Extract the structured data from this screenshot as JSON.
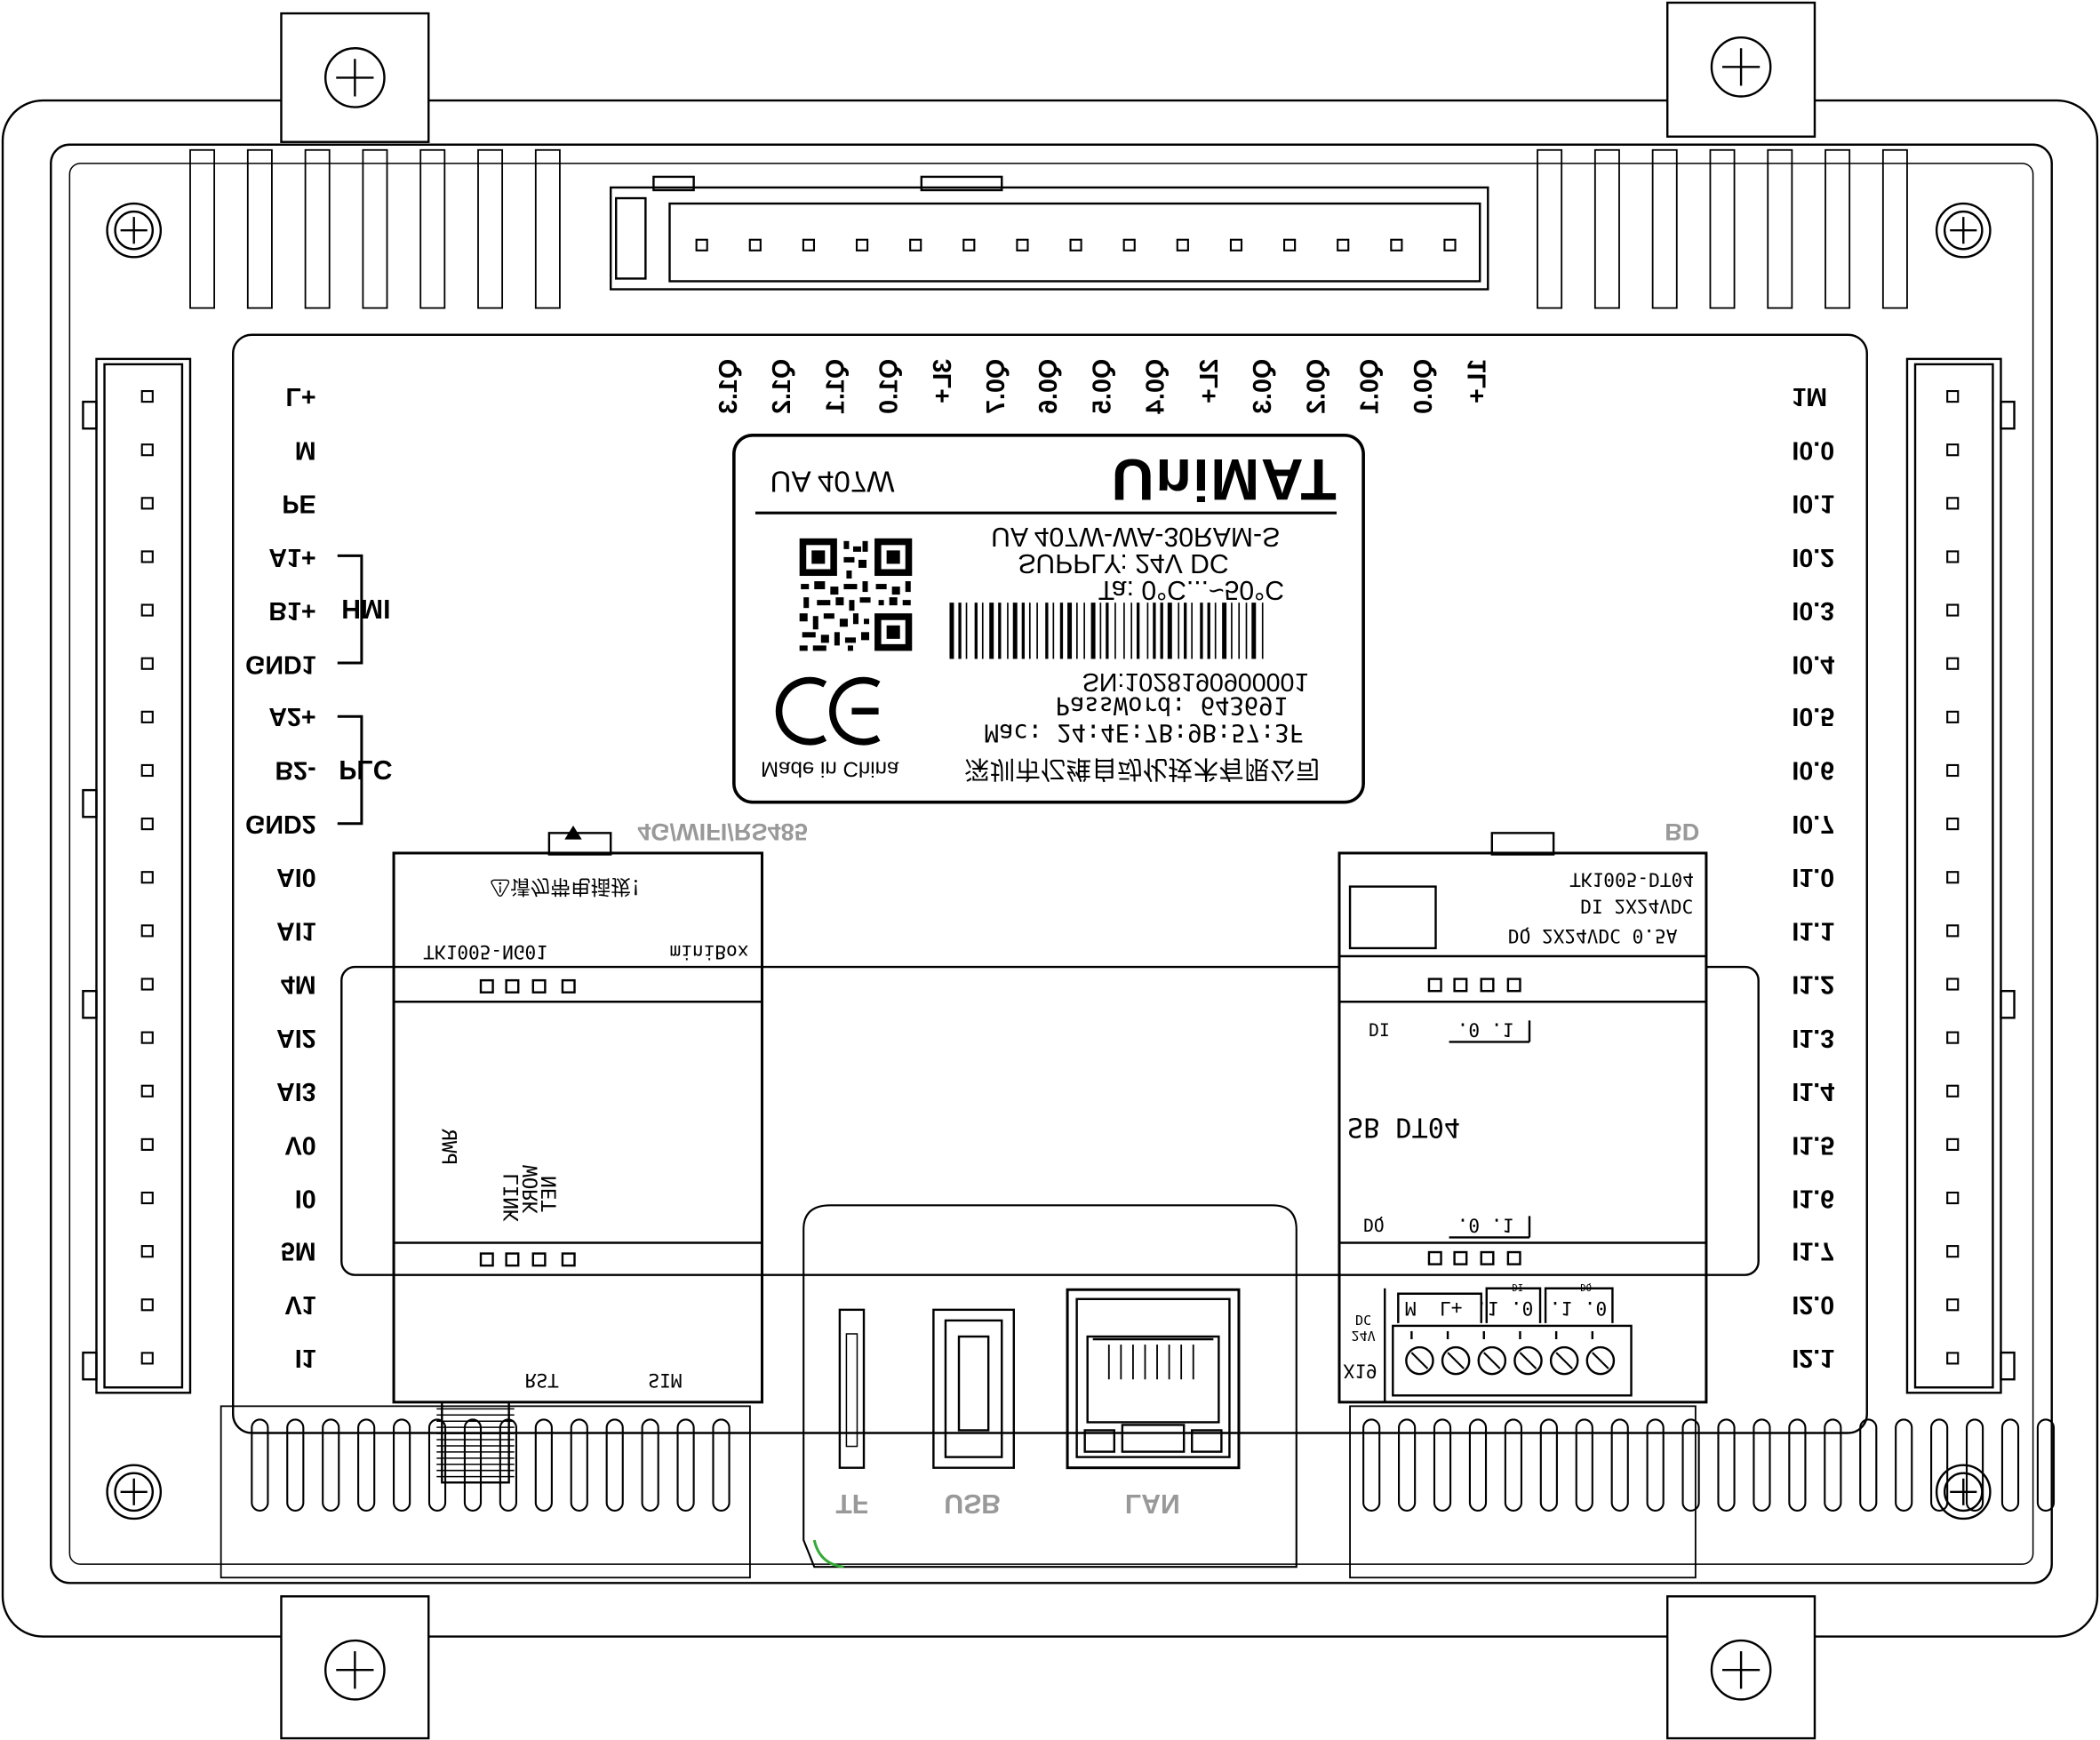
{
  "product": {
    "brand": "UniMAT",
    "model": "UA 407W",
    "part_number": "UA 407W-WA-30RAM-S",
    "supply": "SUPPLY: 24V DC",
    "temperature": "Ta: 0°C...~50°C",
    "serial": "SN:1028190900001",
    "password": "PassWord: 643691",
    "mac": "Mac: 24:4E:7B:9B:57:3F",
    "manufacturer": "深圳市亿维自动化技术有限公司",
    "origin": "Made in China",
    "ce_mark": "CE"
  },
  "left_terminals": [
    "L+",
    "M",
    "PE",
    "A1+",
    "B1+",
    "GND1",
    "A2+",
    "B2-",
    "GND2",
    "AI0",
    "AI1",
    "4M",
    "AI2",
    "AI3",
    "V0",
    "I0",
    "5M",
    "V1",
    "I1"
  ],
  "left_groups": {
    "hmi": "HMI",
    "plc": "PLC"
  },
  "right_terminals": [
    "1M",
    "I0.0",
    "I0.1",
    "I0.2",
    "I0.3",
    "I0.4",
    "I0.5",
    "I0.6",
    "I0.7",
    "I1.0",
    "I1.1",
    "I1.2",
    "I1.3",
    "I1.4",
    "I1.5",
    "I1.6",
    "I1.7",
    "I2.0",
    "I2.1"
  ],
  "top_terminals": [
    "Q1.3",
    "Q1.2",
    "Q1.1",
    "Q1.0",
    "3L+",
    "Q0.7",
    "Q0.6",
    "Q0.5",
    "Q0.4",
    "2L+",
    "Q0.3",
    "Q0.2",
    "Q0.1",
    "Q0.0",
    "1L+"
  ],
  "slots": {
    "left_title": "4G/WIFI/RS485",
    "right_title": "BD"
  },
  "comm_module": {
    "warning": "⚠请勿带电插拔！",
    "box_name": "miniBox",
    "model": "TK1005-NG01",
    "leds": [
      "PWR",
      "NET",
      "WORK",
      "LINK"
    ],
    "sim": "SIM",
    "rst": "RST"
  },
  "bd_module": {
    "model": "TK1005-DT04",
    "di": "DI  2X24VDC",
    "dq": "DQ  2X24VDC 0.5A",
    "name": "SB DT04",
    "di_row": ".0  .1",
    "di_label": "DI",
    "dq_row": ".0  .1",
    "dq_label": "DQ",
    "conn_labels": [
      "L+",
      "M",
      ".0",
      ".1",
      ".0",
      ".1"
    ],
    "conn_group_di": "DI",
    "conn_group_dq": "DQ",
    "voltage": "24V DC",
    "conn_id": "X19"
  },
  "ports": {
    "tf": "TF",
    "usb": "USB",
    "lan": "LAN"
  }
}
